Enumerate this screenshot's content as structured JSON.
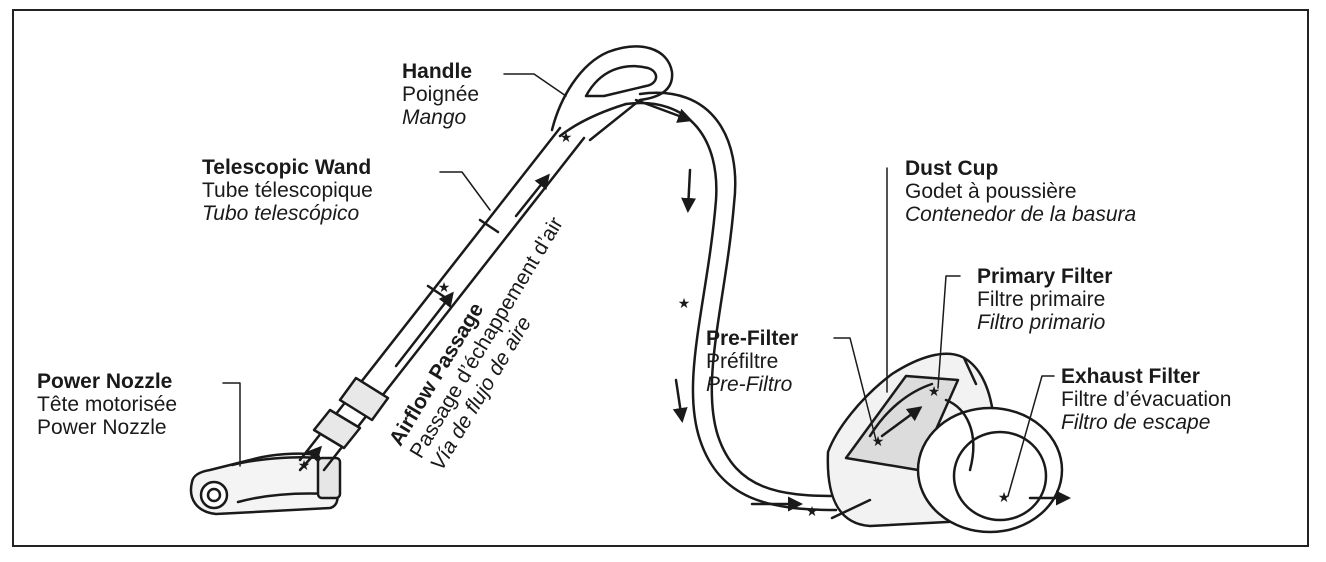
{
  "labels": {
    "handle": {
      "en": "Handle",
      "fr": "Poignée",
      "es": "Mango"
    },
    "telescopic_wand": {
      "en": "Telescopic Wand",
      "fr": "Tube télescopique",
      "es": "Tubo telescópico"
    },
    "airflow_passage": {
      "en": "Airflow Passage",
      "fr": "Passage d’échappement d’air",
      "es": "Vía de flujo de aire"
    },
    "dust_cup": {
      "en": "Dust Cup",
      "fr": "Godet à poussière",
      "es": "Contenedor de la basura"
    },
    "primary_filter": {
      "en": "Primary Filter",
      "fr": "Filtre primaire",
      "es": "Filtro primario"
    },
    "pre_filter": {
      "en": "Pre-Filter",
      "fr": "Préfiltre",
      "es": "Pre-Filtro"
    },
    "exhaust_filter": {
      "en": "Exhaust Filter",
      "fr": "Filtre d’évacuation",
      "es": "Filtro de escape"
    },
    "power_nozzle": {
      "en": "Power Nozzle",
      "fr": "Tête motorisée",
      "es": "Power Nozzle"
    }
  },
  "colors": {
    "line": "#1a1a1a",
    "fill": "#ffffff",
    "shade": "#d9d9d9"
  }
}
